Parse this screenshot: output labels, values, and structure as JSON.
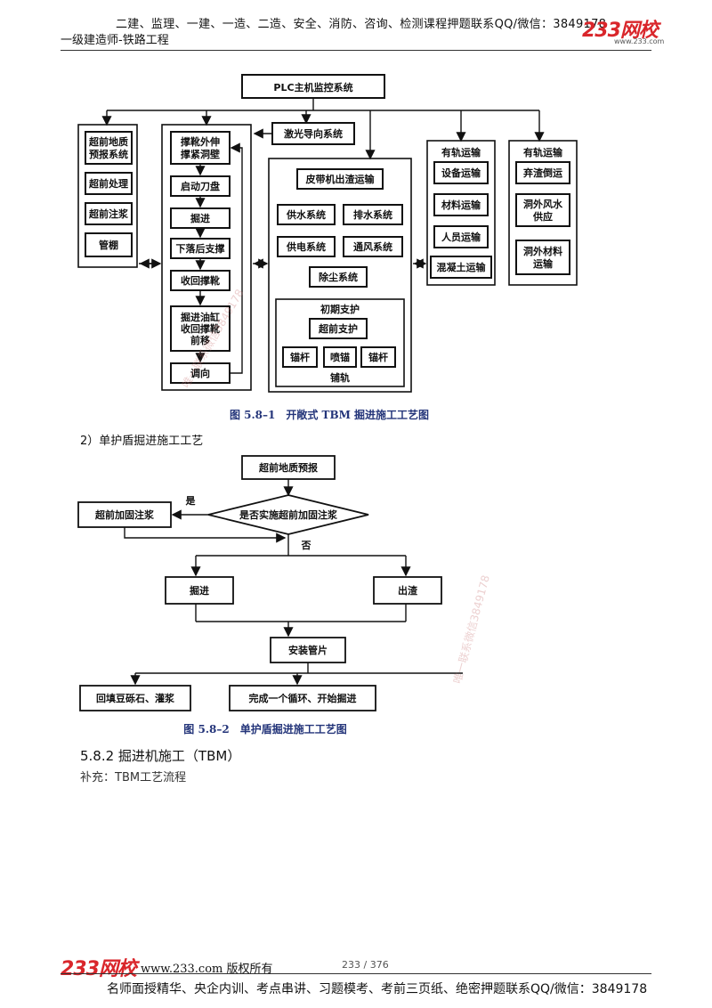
{
  "header": {
    "top_text": "二建、监理、一建、一造、二造、安全、消防、咨询、检测课程押题联系QQ/微信：3849178",
    "subtitle": "一级建造师-铁路工程",
    "logo": "233网校",
    "logo_url": "www.233.com"
  },
  "figure1": {
    "plc": "PLC主机监控系统",
    "laser": "激光导向系统",
    "left_col": [
      "超前地质\n预报系统",
      "超前处理",
      "超前注浆",
      "管棚"
    ],
    "mid_col": [
      "撑靴外伸\n撑紧洞壁",
      "启动刀盘",
      "掘进",
      "下落后支撑",
      "收回撑靴",
      "掘进油缸\n收回撑靴\n前移",
      "调向"
    ],
    "belt": "皮带机出渣运输",
    "sys_row1": [
      "供水系统",
      "排水系统"
    ],
    "sys_row2": [
      "供电系统",
      "通风系统"
    ],
    "dust": "除尘系统",
    "initial_support": "初期支护",
    "advance_support": "超前支护",
    "support_items": [
      "锚杆",
      "喷锚",
      "锚杆"
    ],
    "track": "铺轨",
    "rail_transport_1": {
      "title": "有轨运输",
      "items": [
        "设备运输",
        "材料运输",
        "人员运输",
        "混凝土运输"
      ]
    },
    "rail_transport_2": {
      "title": "有轨运输",
      "items": [
        "弃渣倒运",
        "洞外风水\n供应",
        "洞外材料\n运输"
      ]
    },
    "caption": "图 5.8–1　开敞式 TBM 掘进施工工艺图"
  },
  "section_heading": "2）单护盾掘进施工工艺",
  "figure2": {
    "start": "超前地质预报",
    "decision": "是否实施超前加固注浆",
    "yes": "是",
    "no": "否",
    "reinforce": "超前加固注浆",
    "excavate": "掘进",
    "muck": "出渣",
    "segments": "安装管片",
    "backfill": "回填豆砾石、灌浆",
    "complete": "完成一个循环、开始掘进",
    "caption": "图 5.8–2　单护盾掘进施工工艺图"
  },
  "section_title": "5.8.2 掘进机施工（TBM）",
  "supplement": "补充：TBM工艺流程",
  "watermarks": [
    "唯一联系微信3849178",
    "唯一联系微信3849178"
  ],
  "footer": {
    "logo": "233网校",
    "site": "www.233.com 版权所有",
    "page": "233 / 376",
    "bottom_text": "名师面授精华、央企内训、考点串讲、习题模考、考前三页纸、绝密押题联系QQ/微信：3849178"
  }
}
